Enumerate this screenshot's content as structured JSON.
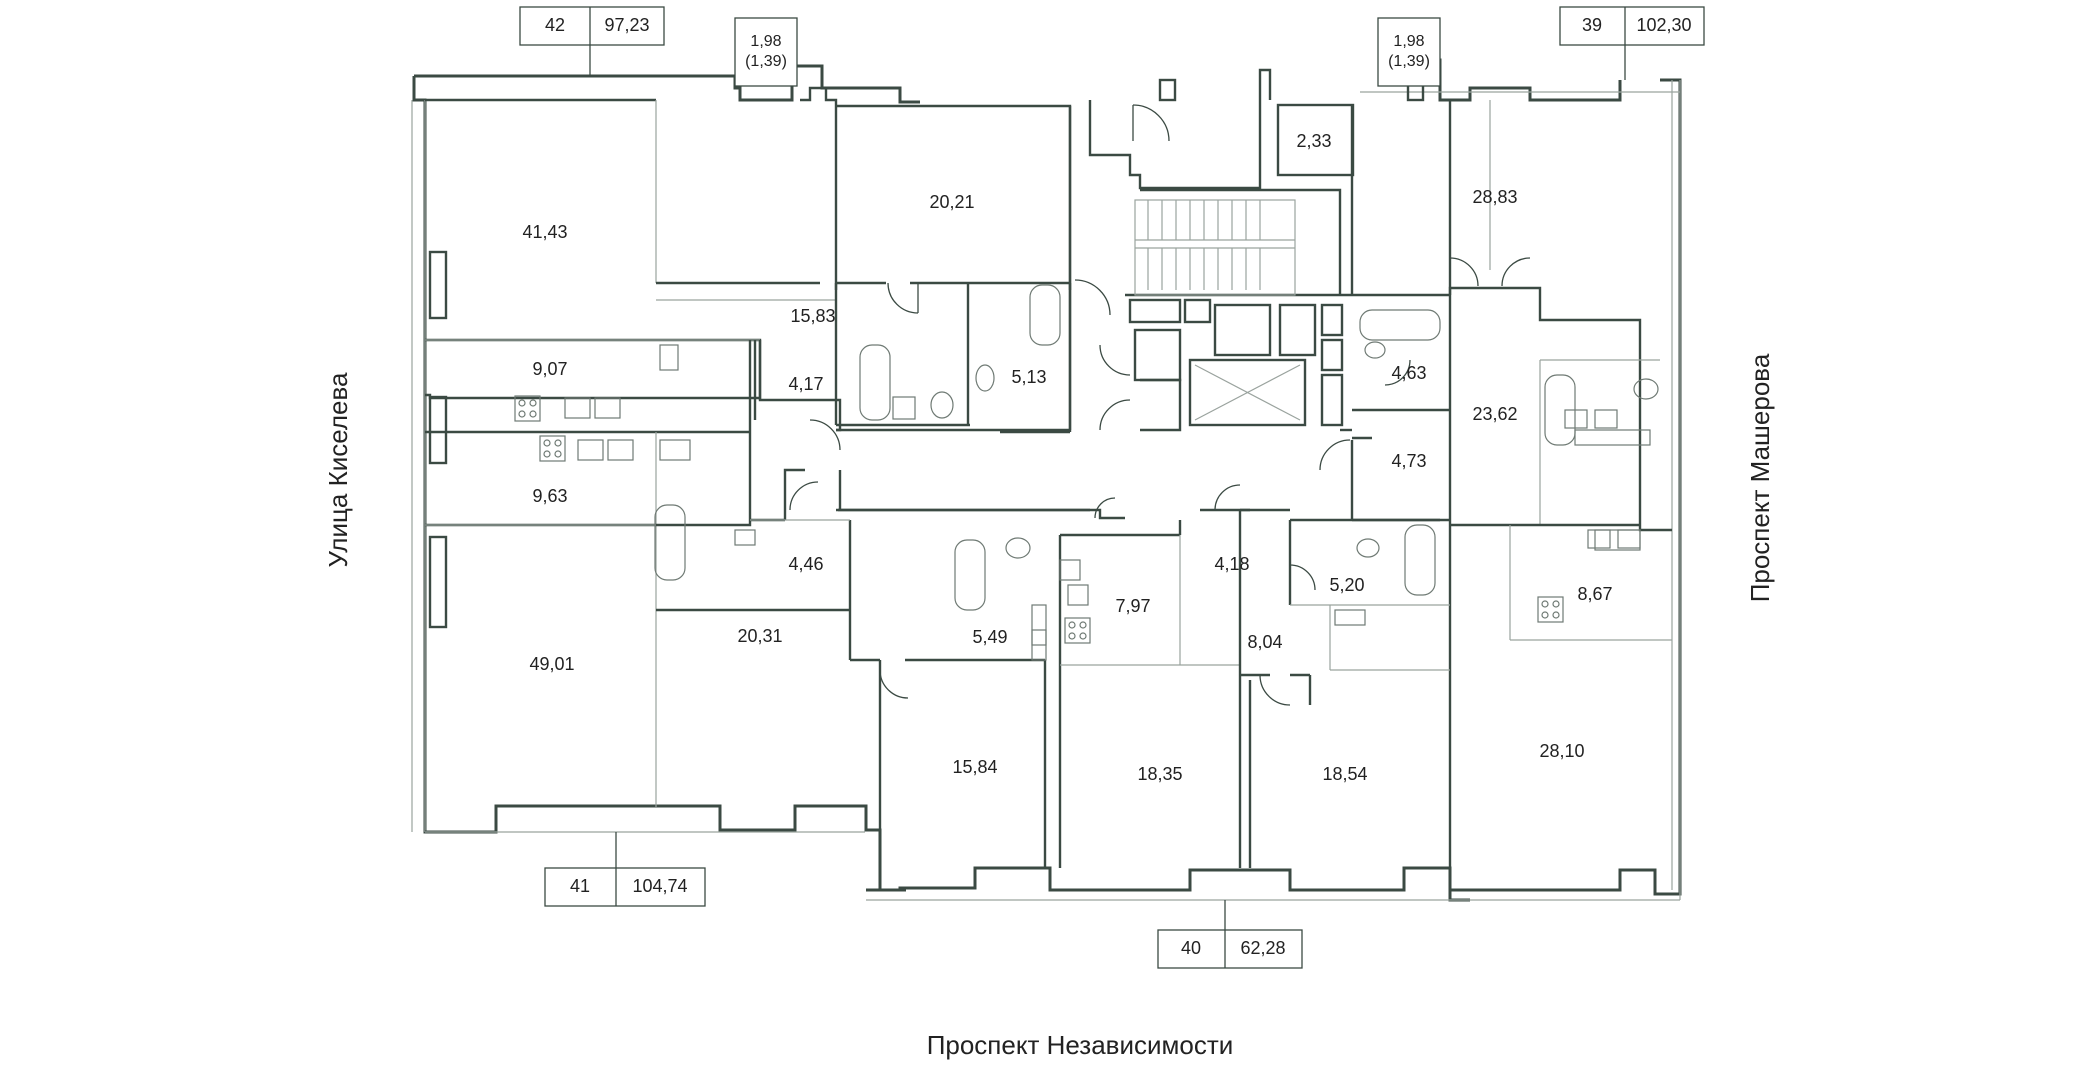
{
  "streets": {
    "left": "Улица Киселева",
    "right": "Проспект Машерова",
    "bottom": "Проспект Независимости"
  },
  "apartments": [
    {
      "number": "42",
      "area": "97,23"
    },
    {
      "number": "39",
      "area": "102,30"
    },
    {
      "number": "41",
      "area": "104,74"
    },
    {
      "number": "40",
      "area": "62,28"
    }
  ],
  "balconies": [
    {
      "area": "1,98",
      "net": "(1,39)"
    },
    {
      "area": "1,98",
      "net": "(1,39)"
    }
  ],
  "rooms": [
    {
      "label": "41,43"
    },
    {
      "label": "9,07"
    },
    {
      "label": "15,83"
    },
    {
      "label": "20,21"
    },
    {
      "label": "4,17"
    },
    {
      "label": "5,13"
    },
    {
      "label": "9,63"
    },
    {
      "label": "4,46"
    },
    {
      "label": "49,01"
    },
    {
      "label": "20,31"
    },
    {
      "label": "5,49"
    },
    {
      "label": "7,97"
    },
    {
      "label": "4,18"
    },
    {
      "label": "5,20"
    },
    {
      "label": "8,04"
    },
    {
      "label": "15,84"
    },
    {
      "label": "18,35"
    },
    {
      "label": "18,54"
    },
    {
      "label": "2,33"
    },
    {
      "label": "28,83"
    },
    {
      "label": "4,63"
    },
    {
      "label": "23,62"
    },
    {
      "label": "4,73"
    },
    {
      "label": "8,67"
    },
    {
      "label": "28,10"
    }
  ]
}
